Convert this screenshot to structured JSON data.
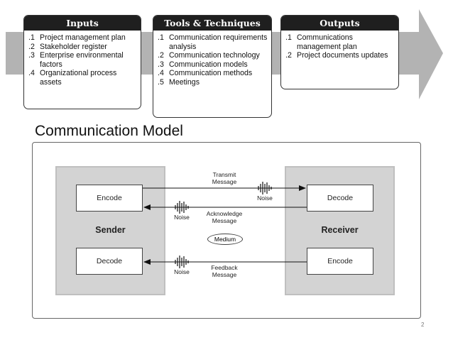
{
  "ito": {
    "inputs": {
      "title": "Inputs",
      "items": [
        {
          "num": ".1",
          "text": "Project management plan"
        },
        {
          "num": ".2",
          "text": "Stakeholder register"
        },
        {
          "num": ".3",
          "text": "Enterprise environmental factors"
        },
        {
          "num": ".4",
          "text": "Organizational process assets"
        }
      ]
    },
    "tools": {
      "title": "Tools & Techniques",
      "items": [
        {
          "num": ".1",
          "text": "Communication requirements analysis"
        },
        {
          "num": ".2",
          "text": "Communication technology"
        },
        {
          "num": ".3",
          "text": "Communication models"
        },
        {
          "num": ".4",
          "text": "Communication methods"
        },
        {
          "num": ".5",
          "text": "Meetings"
        }
      ]
    },
    "outputs": {
      "title": "Outputs",
      "items": [
        {
          "num": ".1",
          "text": "Communications management plan"
        },
        {
          "num": ".2",
          "text": "Project documents updates"
        }
      ]
    },
    "arrow_color": "#b3b3b3"
  },
  "heading": "Communication Model",
  "model": {
    "sender": {
      "label": "Sender",
      "top": "Encode",
      "bottom": "Decode"
    },
    "receiver": {
      "label": "Receiver",
      "top": "Decode",
      "bottom": "Encode"
    },
    "transmit": "Transmit\nMessage",
    "acknowledge": "Acknowledge\nMessage",
    "feedback": "Feedback\nMessage",
    "noise": "Noise",
    "medium": "Medium"
  },
  "page_number": "2"
}
